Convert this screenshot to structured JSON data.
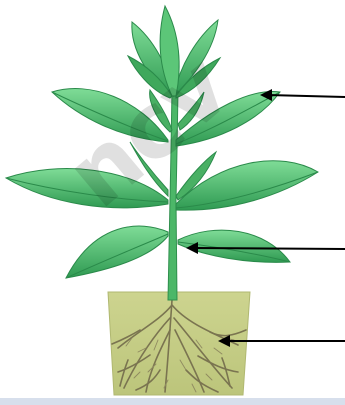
{
  "diagram": {
    "subject": "plant",
    "parts": [
      {
        "id": "leaf",
        "arrow": "arrow-to-leaf"
      },
      {
        "id": "stem",
        "arrow": "arrow-to-stem"
      },
      {
        "id": "root",
        "arrow": "arrow-to-root"
      }
    ],
    "watermark_text": "ncv"
  },
  "colors": {
    "leaf_light": "#6fd08a",
    "leaf_mid": "#3fae5e",
    "leaf_dark": "#23834a",
    "stem": "#4cb768",
    "soil": "#c9d08b",
    "soil_edge": "#a9b46a",
    "root": "#7a7450",
    "arrow": "#000000",
    "base_strip": "#cfd8e6"
  }
}
